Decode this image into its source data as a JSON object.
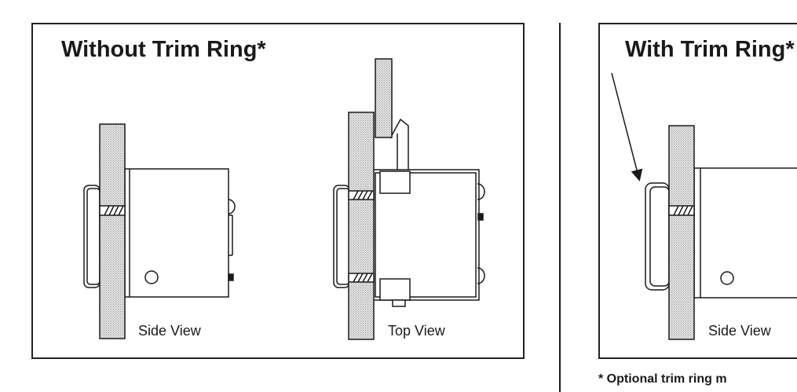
{
  "left_panel": {
    "title": "Without Trim Ring*",
    "side_view_label": "Side View",
    "top_view_label": "Top View"
  },
  "right_panel": {
    "title": "With Trim Ring*",
    "side_view_label": "Side View"
  },
  "footnote": "* Optional trim ring m",
  "colors": {
    "stroke": "#1a1a1a",
    "panel_fill": "#d6d6d6"
  }
}
